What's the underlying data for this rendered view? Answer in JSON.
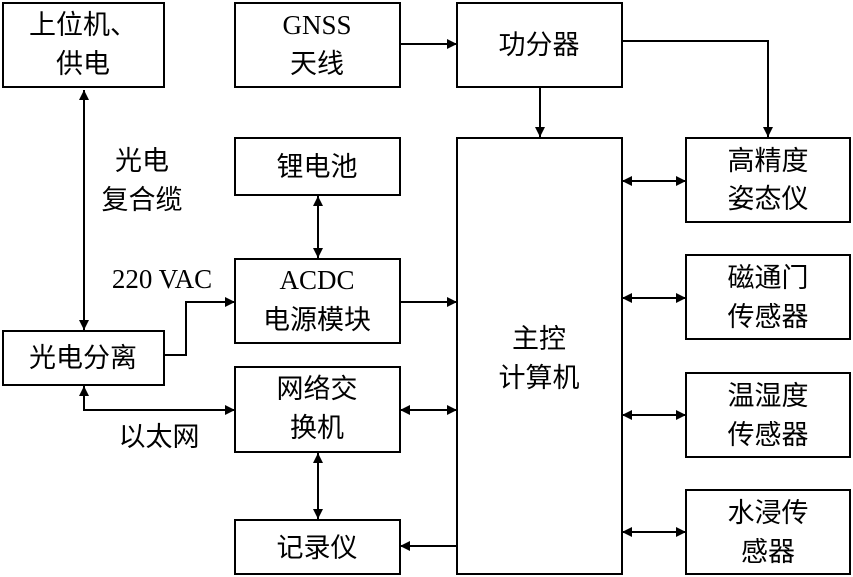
{
  "colors": {
    "stroke": "#000000",
    "background": "#ffffff"
  },
  "nodes": {
    "host_power": [
      "上位机、",
      "供电"
    ],
    "gnss_antenna": [
      "GNSS",
      "天线"
    ],
    "power_splitter": [
      "功分器"
    ],
    "lithium_battery": [
      "锂电池"
    ],
    "attitude_meter": [
      "高精度",
      "姿态仪"
    ],
    "acdc_module": [
      "ACDC",
      "电源模块"
    ],
    "main_computer": [
      "主控",
      "计算机"
    ],
    "fluxgate_sensor": [
      "磁通门",
      "传感器"
    ],
    "optoelectronic_splitter": [
      "光电分离"
    ],
    "network_switch": [
      "网络交",
      "换机"
    ],
    "temp_humidity_sensor": [
      "温湿度",
      "传感器"
    ],
    "recorder": [
      "记录仪"
    ],
    "water_sensor": [
      "水浸传",
      "感器"
    ]
  },
  "edge_labels": {
    "composite_cable": [
      "光电",
      "复合缆"
    ],
    "ac_220v": "220 VAC",
    "ethernet": "以太网"
  }
}
